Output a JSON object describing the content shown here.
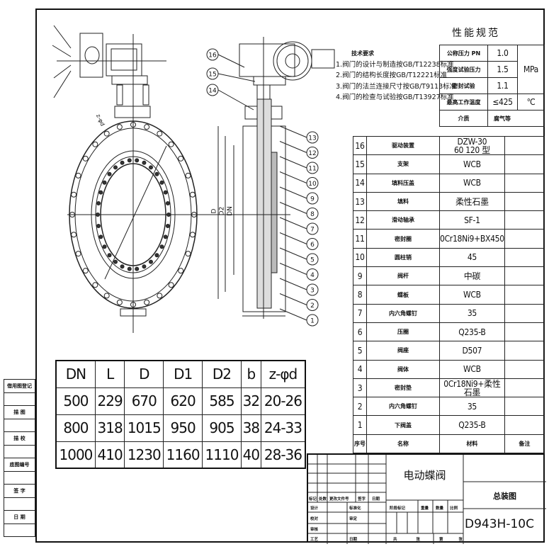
{
  "tech": {
    "title": "技术要求",
    "items": [
      "1.阀门的设计与制造按GB/T12238标准",
      "2.阀门的结构长度按GB/T12221标准",
      "3.阀门的法兰连接尺寸按GB/T9113标准",
      "4.阀门的检查与试验按GB/T13927标准"
    ]
  },
  "perf": {
    "title": "性能规范",
    "rows": [
      {
        "label": "公称压力 PN",
        "value": "1.0"
      },
      {
        "label": "强度试验压力",
        "value": "1.5"
      },
      {
        "label": "密封试验",
        "value": "1.1"
      },
      {
        "label": "最高工作温度",
        "value": "≤425",
        "unit": "℃"
      }
    ],
    "pressure_unit": "MPa",
    "medium_label": "介质",
    "medium_value": "腐气等"
  },
  "parts": {
    "rows": [
      {
        "no": "16",
        "name": "驱动装置",
        "material": "DZW-30\n60 120 型"
      },
      {
        "no": "15",
        "name": "支架",
        "material": "WCB"
      },
      {
        "no": "14",
        "name": "填料压盖",
        "material": "WCB"
      },
      {
        "no": "13",
        "name": "填料",
        "material": "柔性石墨"
      },
      {
        "no": "12",
        "name": "滑动轴承",
        "material": "SF-1"
      },
      {
        "no": "11",
        "name": "密封圈",
        "material": "0Cr18Ni9+BX450"
      },
      {
        "no": "10",
        "name": "圆柱销",
        "material": "45"
      },
      {
        "no": "9",
        "name": "阀杆",
        "material": "中碳"
      },
      {
        "no": "8",
        "name": "蝶板",
        "material": "WCB"
      },
      {
        "no": "7",
        "name": "内六角螺钉",
        "material": "35"
      },
      {
        "no": "6",
        "name": "压圈",
        "material": "Q235-B"
      },
      {
        "no": "5",
        "name": "阀座",
        "material": "D507"
      },
      {
        "no": "4",
        "name": "阀体",
        "material": "WCB"
      },
      {
        "no": "3",
        "name": "密封垫",
        "material": "0Cr18Ni9+柔性石墨"
      },
      {
        "no": "2",
        "name": "内六角螺钉",
        "material": "35"
      },
      {
        "no": "1",
        "name": "下阀盖",
        "material": "Q235-B"
      }
    ],
    "header": {
      "no": "序号",
      "name": "名称",
      "material": "材料",
      "remark": "备注"
    }
  },
  "dims": {
    "header": [
      "DN",
      "L",
      "D",
      "D1",
      "D2",
      "b",
      "z-φd"
    ],
    "rows": [
      [
        "500",
        "229",
        "670",
        "620",
        "585",
        "32",
        "20-26"
      ],
      [
        "800",
        "318",
        "1015",
        "950",
        "905",
        "38",
        "24-33"
      ],
      [
        "1000",
        "410",
        "1230",
        "1160",
        "1110",
        "40",
        "28-36"
      ]
    ]
  },
  "margin": [
    "借用图登记",
    "描 图",
    "描 校",
    "底图编号",
    "签 字",
    "日 期"
  ],
  "title_block": {
    "product": "电动蝶阀",
    "drawing_name": "总装图",
    "model": "D943H-10C",
    "labels": {
      "mark": "标记",
      "count": "处数",
      "doc": "更改文件号",
      "sign": "签字",
      "date": "日期",
      "design": "设计",
      "check": "校对",
      "review": "审核",
      "process": "工艺",
      "standard": "标准化",
      "approve": "审定",
      "date2": "日期",
      "stage": "阶段标记",
      "weight": "重量",
      "qty": "数量",
      "scale": "比例",
      "total": "共 张",
      "sheet": "第 张"
    }
  },
  "drawing": {
    "callouts": [
      "1",
      "2",
      "3",
      "4",
      "5",
      "6",
      "7",
      "8",
      "9",
      "10",
      "11",
      "12",
      "13",
      "14",
      "15",
      "16"
    ],
    "dim_labels": {
      "D": "D",
      "D2": "D2",
      "DN": "DN",
      "bolt": "z-φd"
    }
  }
}
